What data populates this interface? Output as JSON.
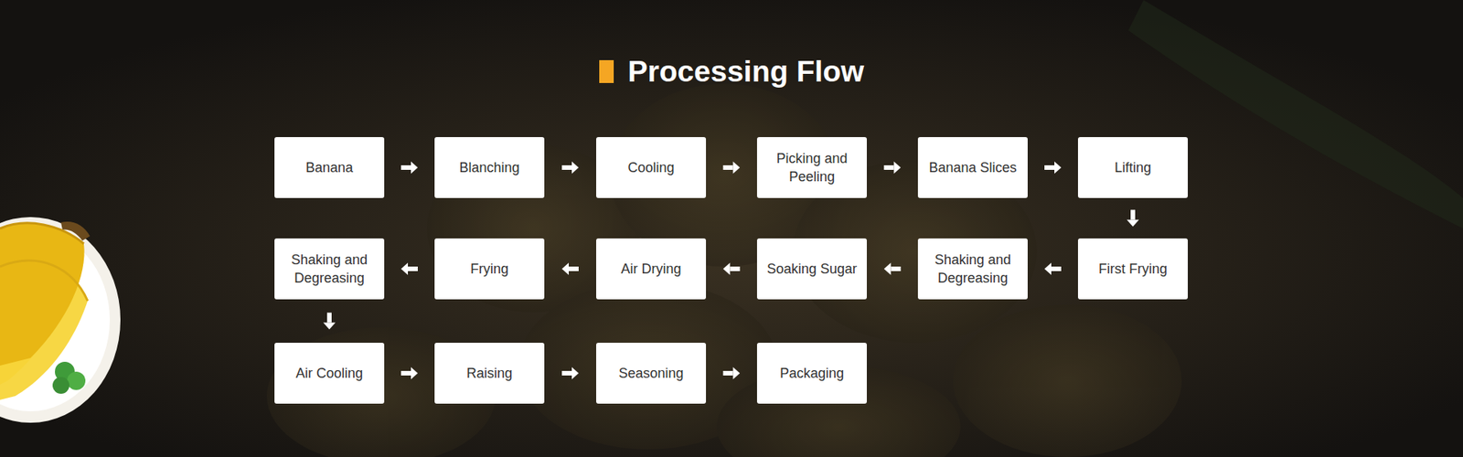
{
  "diagram": {
    "title": "Processing Flow",
    "nodes": [
      {
        "text": [
          "Banana"
        ]
      },
      {
        "text": [
          "Blanching"
        ]
      },
      {
        "text": [
          "Cooling"
        ]
      },
      {
        "text": [
          "Picking and Peeling"
        ]
      },
      {
        "text": [
          "Banana Slices"
        ]
      },
      {
        "text": [
          "Lifting"
        ]
      },
      {
        "text": [
          "First Frying"
        ]
      },
      {
        "text": [
          "Shaking and Degreasing"
        ]
      },
      {
        "text": [
          "Soaking Sugar"
        ]
      },
      {
        "text": [
          "Air Drying"
        ]
      },
      {
        "text": [
          "Frying"
        ]
      },
      {
        "text": [
          "Shaking and Degreasing"
        ]
      },
      {
        "text": [
          "Air Cooling"
        ]
      },
      {
        "text": [
          "Raising"
        ]
      },
      {
        "text": [
          "Seasoning"
        ]
      },
      {
        "text": [
          "Packaging"
        ]
      }
    ],
    "edges": [
      {
        "from": 0,
        "to": 1,
        "arrow": "to"
      },
      {
        "from": 1,
        "to": 2,
        "arrow": "to"
      },
      {
        "from": 2,
        "to": 3,
        "arrow": "to"
      },
      {
        "from": 3,
        "to": 4,
        "arrow": "to"
      },
      {
        "from": 4,
        "to": 5,
        "arrow": "to"
      },
      {
        "from": 5,
        "to": 6,
        "arrow": "to"
      },
      {
        "from": 6,
        "to": 7,
        "arrow": "to"
      },
      {
        "from": 7,
        "to": 8,
        "arrow": "to"
      },
      {
        "from": 8,
        "to": 9,
        "arrow": "to"
      },
      {
        "from": 9,
        "to": 10,
        "arrow": "to"
      },
      {
        "from": 10,
        "to": 11,
        "arrow": "to"
      },
      {
        "from": 11,
        "to": 12,
        "arrow": "to"
      },
      {
        "from": 12,
        "to": 13,
        "arrow": "to"
      },
      {
        "from": 13,
        "to": 14,
        "arrow": "to"
      },
      {
        "from": 14,
        "to": 15,
        "arrow": "to"
      }
    ]
  }
}
